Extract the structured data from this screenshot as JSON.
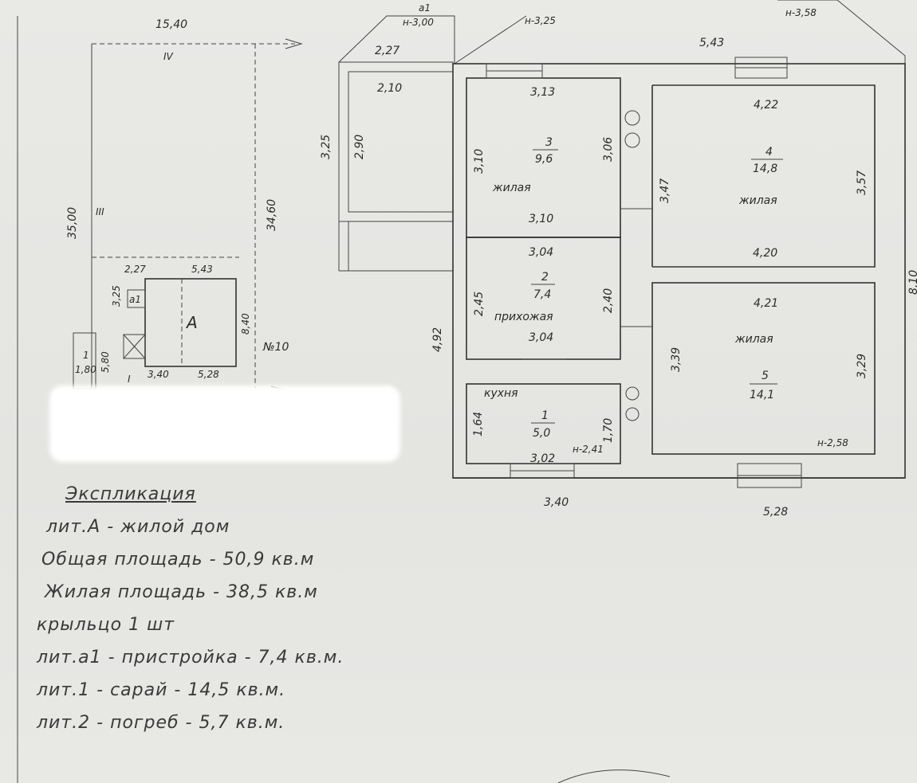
{
  "site": {
    "width_top": "15,40",
    "roman_top": "IV",
    "roman_left": "III",
    "roman_bottom": "I",
    "length_left": "35,00",
    "length_right": "34,60",
    "house_number": "№10",
    "house_letter": "А",
    "a1_label": "а1",
    "dim_227": "2,27",
    "dim_543": "5,43",
    "dim_325": "3,25",
    "dim_840": "8,40",
    "dim_340": "3,40",
    "dim_528": "5,28",
    "dim_580": "5,80",
    "dim_180": "1,80",
    "shed_num": "1"
  },
  "plan": {
    "annex_label": "а1",
    "marks": {
      "h300": "н-3,00",
      "h325": "н-3,25",
      "h358": "н-3,58",
      "h241": "н-2,41",
      "h258": "н-2,58"
    },
    "dims": {
      "top_227": "2,27",
      "top_543": "5,43",
      "annex_210": "2,10",
      "annex_325": "3,25",
      "annex_290": "2,90",
      "r3_313": "3,13",
      "r3_310v": "3,10",
      "r3_306": "3,06",
      "r3_310h": "3,10",
      "r4_422": "4,22",
      "r4_347": "3,47",
      "r4_357": "3,57",
      "r4_420": "4,20",
      "r2_304t": "3,04",
      "r2_245": "2,45",
      "r2_240": "2,40",
      "r2_304b": "3,04",
      "left_492": "4,92",
      "r5_421": "4,21",
      "r5_339": "3,39",
      "r5_329": "3,29",
      "r1_164": "1,64",
      "r1_170": "1,70",
      "r1_302": "3,02",
      "bottom_340": "3,40",
      "bottom_528": "5,28",
      "edge_right": "8,10"
    },
    "rooms": {
      "r3": {
        "num": "3",
        "area": "9,6",
        "name": "жилая"
      },
      "r4": {
        "num": "4",
        "area": "14,8",
        "name": "жилая"
      },
      "r2": {
        "num": "2",
        "area": "7,4",
        "name": "прихожая"
      },
      "r5": {
        "num": "5",
        "area": "14,1",
        "name": "жилая"
      },
      "r1": {
        "num": "1",
        "area": "5,0",
        "name": "кухня"
      }
    }
  },
  "explication": {
    "title": "Экспликация",
    "lines": [
      "лит.А - жилой дом",
      "Общая площадь - 50,9 кв.м",
      "Жилая площадь - 38,5 кв.м",
      "крыльцо 1 шт",
      "лит.а1 - пристройка - 7,4 кв.м.",
      "лит.1 - сарай - 14,5 кв.м.",
      "лит.2 - погреб - 5,7 кв.м."
    ]
  },
  "colors": {
    "paper": "#e6e6e3",
    "ink": "#2b2b2b"
  }
}
